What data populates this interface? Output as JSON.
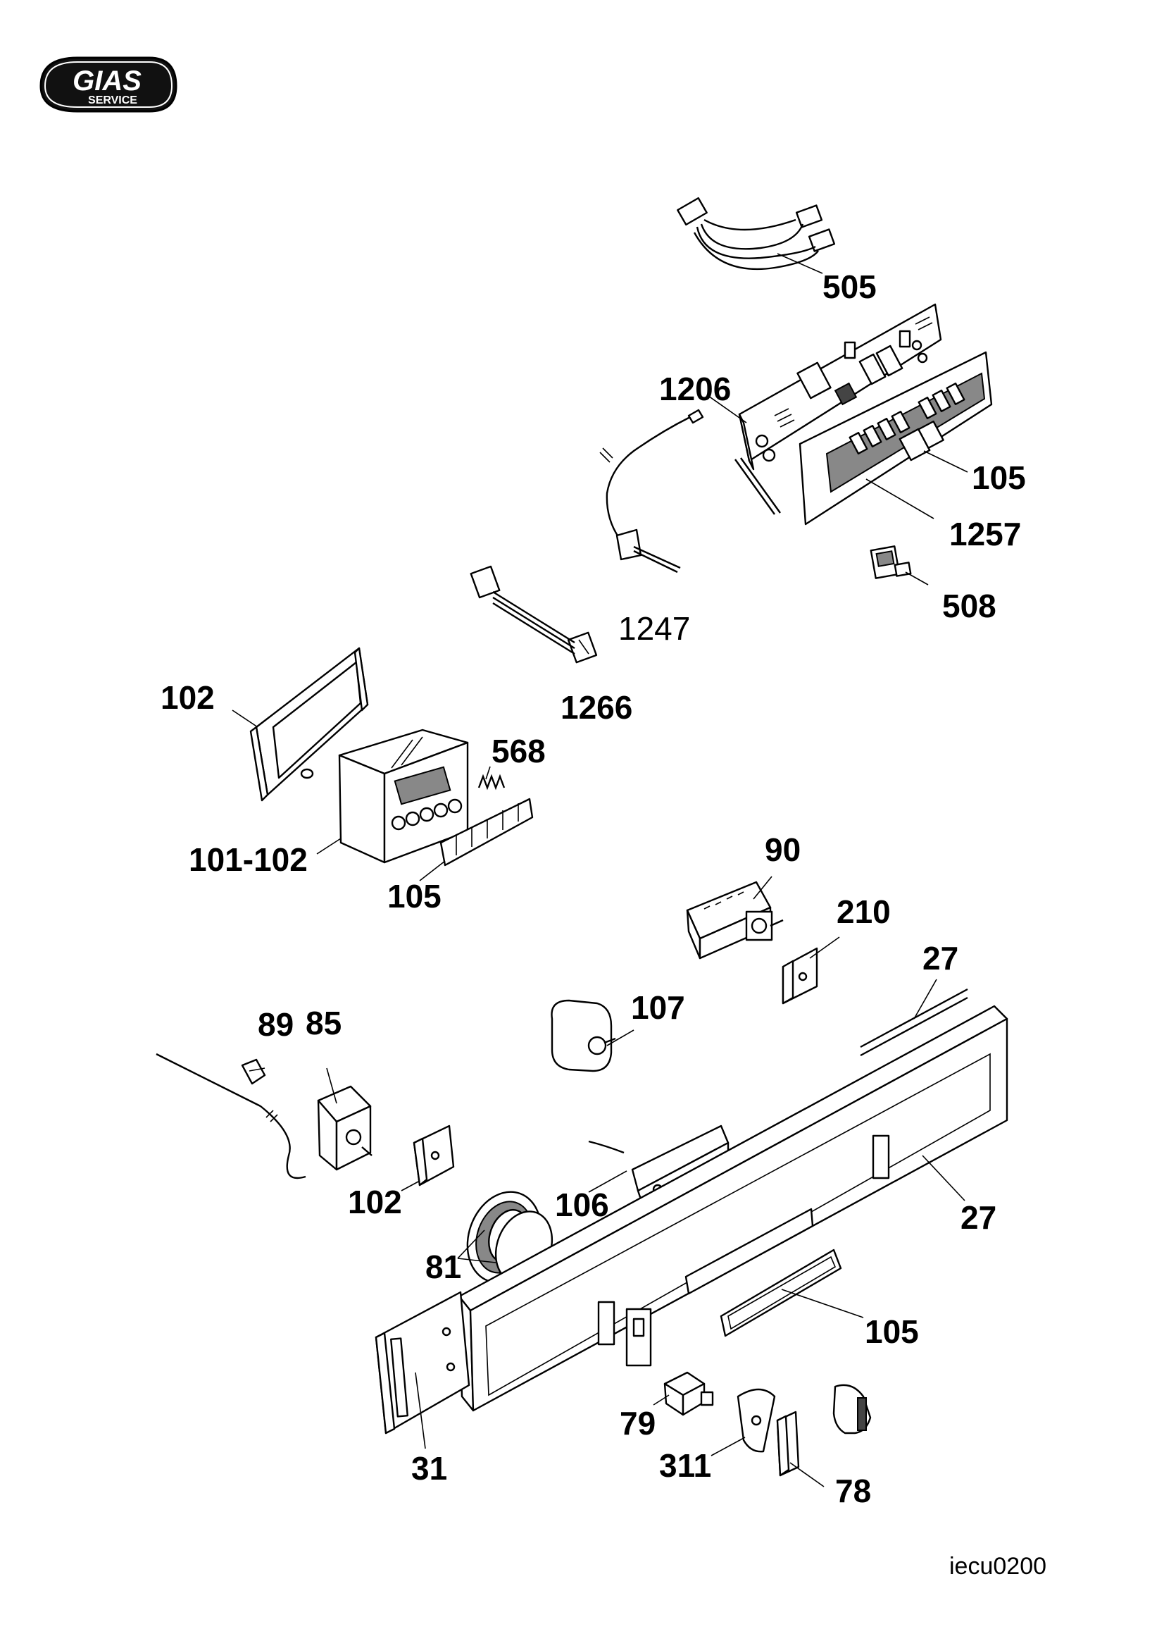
{
  "logo": {
    "brand": "GIAS",
    "sub": "SERVICE"
  },
  "drawing_code": "iecu0200",
  "labels": {
    "l505": "505",
    "l1206": "1206",
    "l105a": "105",
    "l1257": "1257",
    "l508": "508",
    "l1247": "1247",
    "l1266": "1266",
    "l102a": "102",
    "l568": "568",
    "l101_102": "101-102",
    "l105b": "105",
    "l90": "90",
    "l210": "210",
    "l27a": "27",
    "l107": "107",
    "l89": "89",
    "l85": "85",
    "l102b": "102",
    "l106": "106",
    "l27b": "27",
    "l81": "81",
    "l105c": "105",
    "l79": "79",
    "l311": "311",
    "l31": "31",
    "l78": "78"
  }
}
